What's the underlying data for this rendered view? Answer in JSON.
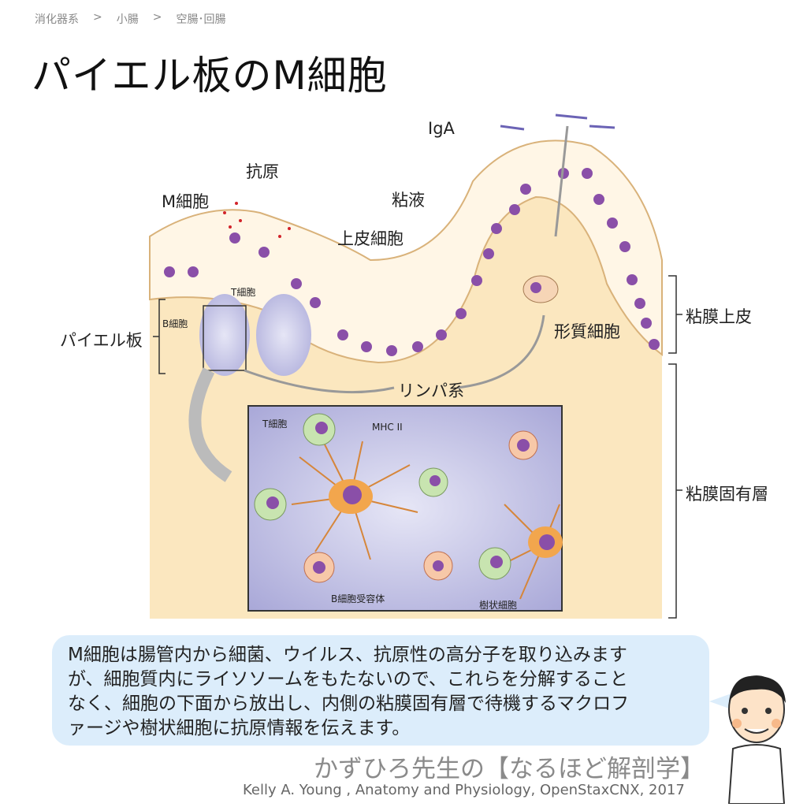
{
  "breadcrumb": [
    "消化器系",
    ">",
    "小腸",
    ">",
    "空腸･回腸"
  ],
  "title": "パイエル板のM細胞",
  "diagram": {
    "labels": {
      "iga": "IgA",
      "antigen": "抗原",
      "m_cell": "M細胞",
      "mucus": "粘液",
      "epithelial_cell": "上皮細胞",
      "t_cell": "T細胞",
      "b_cell": "B細胞",
      "peyers_patch": "パイエル板",
      "plasma_cell": "形質細胞",
      "mucosal_epithelium": "粘膜上皮",
      "lymphatic": "リンパ系",
      "lamina_propria": "粘膜固有層"
    },
    "inset": {
      "t_cell": "T細胞",
      "mhc": "MHC II",
      "bcr": "B細胞受容体",
      "dendritic": "樹状細胞"
    }
  },
  "explanation": [
    "M細胞は腸管内から細菌、ウイルス、抗原性の高分子を取り込みます",
    "が、細胞質内にライソソームをもたないので、これらを分解すること",
    "なく、細胞の下面から放出し、内側の粘膜固有層で待機するマクロフ",
    "ァージや樹状細胞に抗原情報を伝えます。"
  ],
  "brand": "かずひろ先生の【なるほど解剖学】",
  "credit": "Kelly A. Young , Anatomy and Physiology, OpenStaxCNX, 2017",
  "colors": {
    "tissue": "#fbe7bf",
    "nucleus": "#8a4fa8",
    "inset": "#b9b8e2",
    "bubble": "#dcedfb"
  }
}
